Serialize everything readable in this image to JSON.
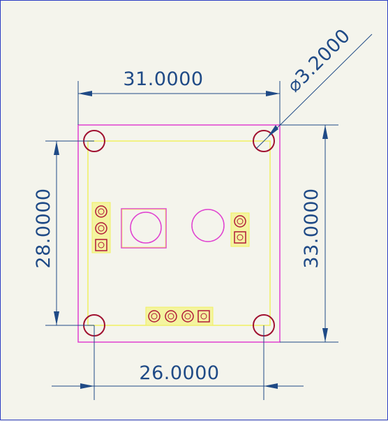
{
  "dimensions": {
    "top_width": "31.0000",
    "bottom_spacing": "26.0000",
    "left_spacing": "28.0000",
    "right_height": "33.0000",
    "hole_diameter": "⌀3.2000"
  },
  "colors": {
    "background": "#f4f4ec",
    "frame_border": "#2b3cc4",
    "dimension": "#1f4a86",
    "board_outline": "#e040d0",
    "silkscreen": "#f0f060",
    "hole": "#a01030",
    "pad_fill": "#f4f4a0",
    "pad_ring": "#b01838"
  }
}
